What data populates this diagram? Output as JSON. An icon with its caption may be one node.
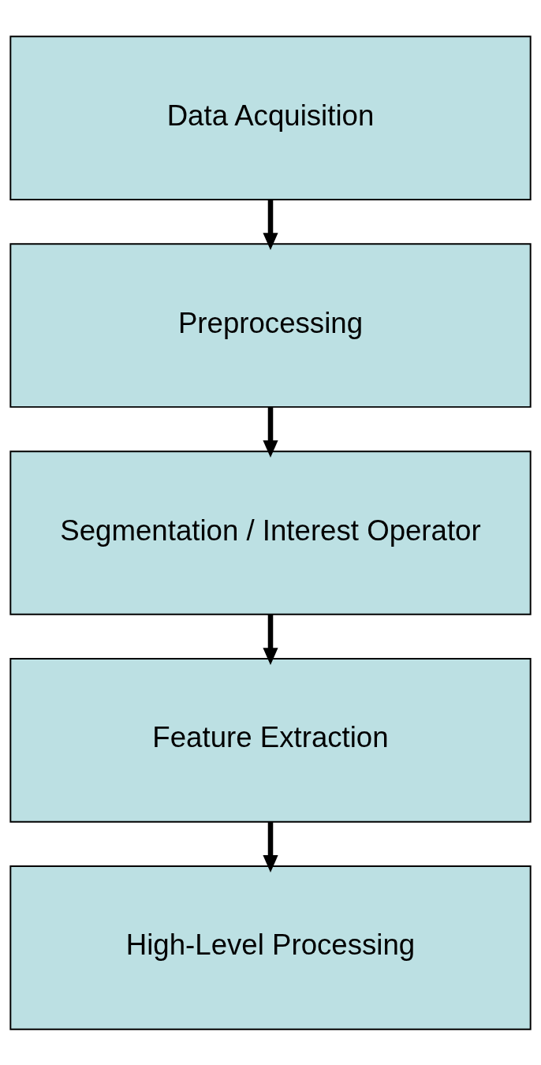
{
  "diagram": {
    "nodes": [
      {
        "text": [
          "Data Acquisition"
        ]
      },
      {
        "text": [
          "Preprocessing"
        ]
      },
      {
        "text": [
          "Segmentation / Interest Operator"
        ]
      },
      {
        "text": [
          "Feature Extraction"
        ]
      },
      {
        "text": [
          "High-Level Processing"
        ]
      }
    ],
    "edges": [
      {
        "from": 0,
        "to": 1,
        "arrow": "to"
      },
      {
        "from": 1,
        "to": 2,
        "arrow": "to"
      },
      {
        "from": 2,
        "to": 3,
        "arrow": "to"
      },
      {
        "from": 3,
        "to": 4,
        "arrow": "to"
      }
    ]
  }
}
